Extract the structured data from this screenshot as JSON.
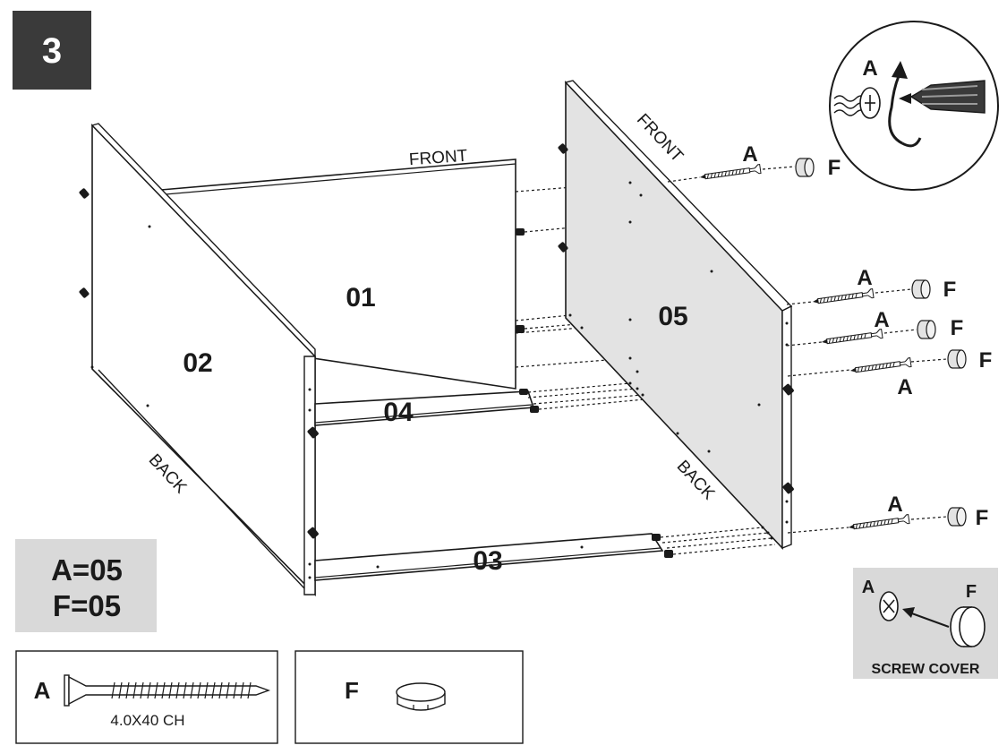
{
  "step": {
    "number": "3"
  },
  "panels": {
    "p01": "01",
    "p02": "02",
    "p03": "03",
    "p04": "04",
    "p05": "05"
  },
  "orientation": {
    "front_top": "FRONT",
    "front_right": "FRONT",
    "back_left": "BACK",
    "back_right": "BACK"
  },
  "fasteners": {
    "screw_letter": "A",
    "cover_letter": "F"
  },
  "quantities": {
    "line1": "A=05",
    "line2": "F=05"
  },
  "detail_screwdriver": {
    "label": "A"
  },
  "screw_cover_detail": {
    "label_a": "A",
    "label_f": "F",
    "caption": "SCREW COVER"
  },
  "parts_legend": {
    "screw": {
      "letter": "A",
      "spec": "4.0X40 CH"
    },
    "cover": {
      "letter": "F"
    }
  },
  "colors": {
    "step_badge_bg": "#3a3a3a",
    "info_box_bg": "#d9d9d9",
    "panel_05_fill": "#e3e3e3"
  }
}
